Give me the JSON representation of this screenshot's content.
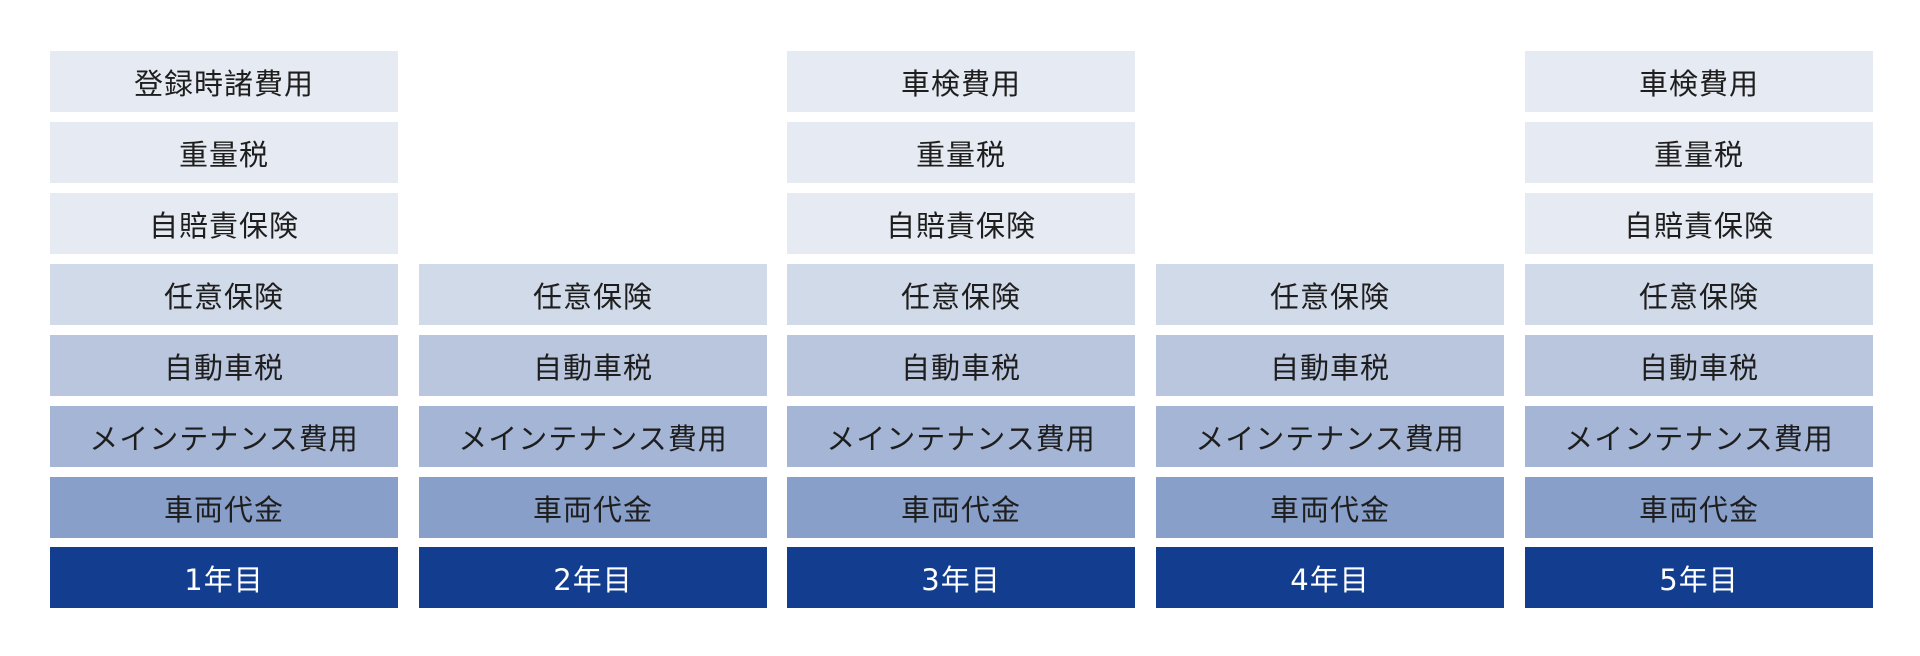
{
  "columns": [
    {
      "year": "1年目",
      "items": {
        "top": "登録時諸費用",
        "heavy_tax": "重量税",
        "jibaiseki": "自賠責保険",
        "nini": "任意保険",
        "jidosha_tax": "自動車税",
        "maintenance": "メインテナンス費用",
        "vehicle": "車両代金"
      }
    },
    {
      "year": "2年目",
      "items": {
        "nini": "任意保険",
        "jidosha_tax": "自動車税",
        "maintenance": "メインテナンス費用",
        "vehicle": "車両代金"
      }
    },
    {
      "year": "3年目",
      "items": {
        "top": "車検費用",
        "heavy_tax": "重量税",
        "jibaiseki": "自賠責保険",
        "nini": "任意保険",
        "jidosha_tax": "自動車税",
        "maintenance": "メインテナンス費用",
        "vehicle": "車両代金"
      }
    },
    {
      "year": "4年目",
      "items": {
        "nini": "任意保険",
        "jidosha_tax": "自動車税",
        "maintenance": "メインテナンス費用",
        "vehicle": "車両代金"
      }
    },
    {
      "year": "5年目",
      "items": {
        "top": "車検費用",
        "heavy_tax": "重量税",
        "jibaiseki": "自賠責保険",
        "nini": "任意保険",
        "jidosha_tax": "自動車税",
        "maintenance": "メインテナンス費用",
        "vehicle": "車両代金"
      }
    }
  ],
  "colors": {
    "light_top": "#e6ebf3",
    "nini": "#d1dae9",
    "jidosha_tax": "#b9c6de",
    "maintenance": "#a4b5d5",
    "vehicle": "#889fc9",
    "year": "#133e90"
  }
}
